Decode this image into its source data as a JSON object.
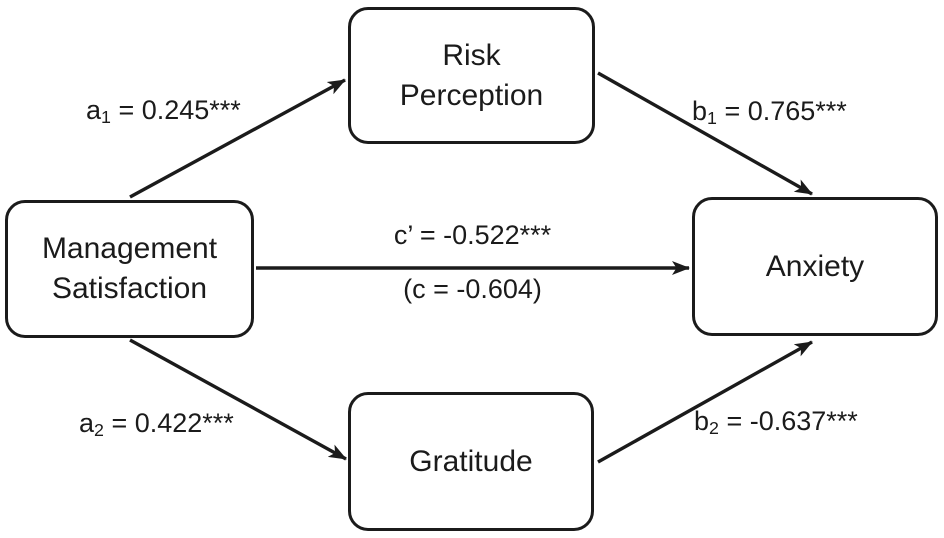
{
  "diagram": {
    "type": "mediation-path-model",
    "colors": {
      "background": "#ffffff",
      "line": "#1b1b1b",
      "text": "#1b1b1b"
    },
    "nodes": {
      "predictor": {
        "label": "Management Satisfaction"
      },
      "mediator_top": {
        "label": "Risk Perception"
      },
      "mediator_bottom": {
        "label": "Gratitude"
      },
      "outcome": {
        "label": "Anxiety"
      }
    },
    "paths": {
      "a1": {
        "coef": "a",
        "sub": "1",
        "rest": " = 0.245***",
        "from": "Management Satisfaction",
        "to": "Risk Perception"
      },
      "b1": {
        "coef": "b",
        "sub": "1",
        "rest": " = 0.765***",
        "from": "Risk Perception",
        "to": "Anxiety"
      },
      "a2": {
        "coef": "a",
        "sub": "2",
        "rest": " = 0.422***",
        "from": "Management Satisfaction",
        "to": "Gratitude"
      },
      "b2": {
        "coef": "b",
        "sub": "2",
        "rest": " = -0.637***",
        "from": "Gratitude",
        "to": "Anxiety"
      },
      "c_direct": {
        "coef": "c’",
        "sub": "",
        "rest": " = -0.522***",
        "from": "Management Satisfaction",
        "to": "Anxiety"
      },
      "c_total": {
        "text": "(c = -0.604)"
      }
    }
  }
}
